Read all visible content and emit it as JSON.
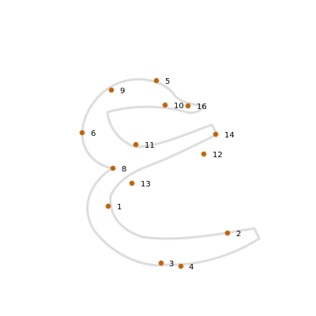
{
  "colors": {
    "background": "#ffffff",
    "outline": "#dddddd",
    "dot": "#c0640a",
    "label": "#000000"
  },
  "dots": [
    {
      "label": "1"
    },
    {
      "label": "2"
    },
    {
      "label": "3"
    },
    {
      "label": "4"
    },
    {
      "label": "5"
    },
    {
      "label": "6"
    },
    {
      "label": "8"
    },
    {
      "label": "9"
    },
    {
      "label": "10"
    },
    {
      "label": "11"
    },
    {
      "label": "12"
    },
    {
      "label": "13"
    },
    {
      "label": "14"
    },
    {
      "label": "16"
    }
  ]
}
